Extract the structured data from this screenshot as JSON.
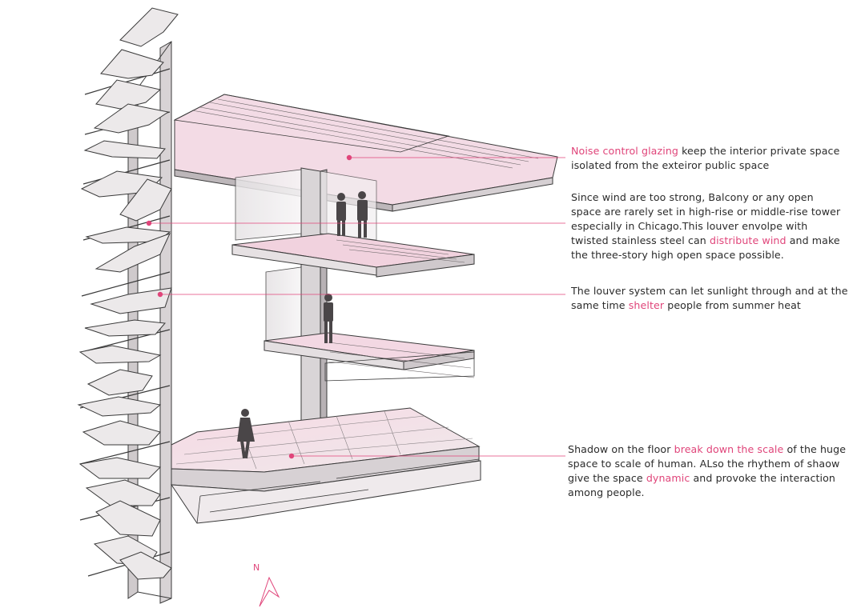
{
  "annotations": [
    {
      "parts": [
        {
          "text": "Noise control glazing",
          "hl": true
        },
        {
          "text": " keep the interior private space isolated from the exteiror public space",
          "hl": false
        }
      ]
    },
    {
      "parts": [
        {
          "text": "Since wind are too strong, Balcony or any open space are rarely set in high-rise or middle-rise tower especially in Chicago.This louver envolpe with twisted stainless steel can ",
          "hl": false
        },
        {
          "text": "distribute wind",
          "hl": true
        },
        {
          "text": " and make the three-story high open space possible.",
          "hl": false
        }
      ]
    },
    {
      "parts": [
        {
          "text": "The louver system can let sunlight through and at the same time ",
          "hl": false
        },
        {
          "text": "shelter",
          "hl": true
        },
        {
          "text": " people from summer heat",
          "hl": false
        }
      ]
    },
    {
      "parts": [
        {
          "text": "Shadow on the floor ",
          "hl": false
        },
        {
          "text": "break down the scale",
          "hl": true
        },
        {
          "text": " of the huge space to scale of human. ALso the rhythem of shaow give the space ",
          "hl": false
        },
        {
          "text": "dynamic",
          "hl": true
        },
        {
          "text": " and provoke the interaction among people.",
          "hl": false
        }
      ]
    }
  ],
  "north_arrow": {
    "label": "N"
  },
  "colors": {
    "accent": "#e0457a",
    "text": "#2b2b2b",
    "structure": "#3a3a3a",
    "floor_tint": "#f2c9d8"
  }
}
